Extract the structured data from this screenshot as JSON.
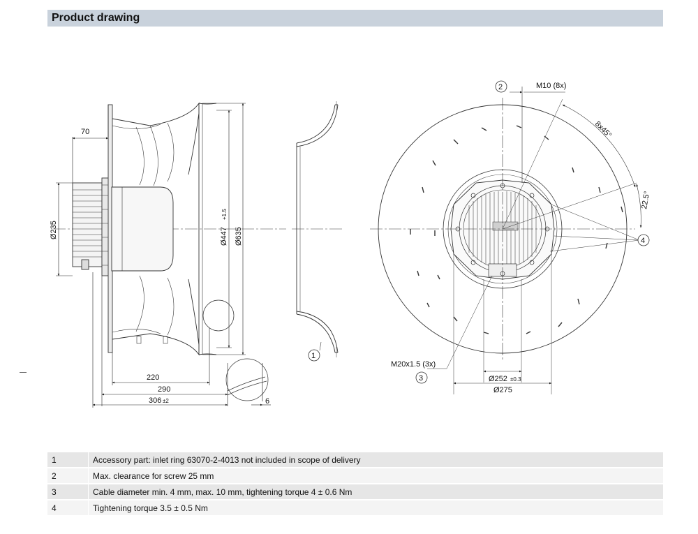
{
  "header": {
    "title": "Product drawing"
  },
  "dimensions": {
    "side": {
      "d70": "70",
      "d235": "Ø235",
      "d447": "Ø447",
      "d447_tol": "+1.5",
      "d635": "Ø635",
      "d220": "220",
      "d290": "290",
      "d306": "306",
      "d306_tol": "±2",
      "d6": "6"
    },
    "front": {
      "m10": "M10 (8x)",
      "angle8x45": "8x45°",
      "angle22": "22.5°",
      "m20": "M20x1.5 (3x)",
      "d252": "Ø252",
      "d252_tol": "±0.3",
      "d275": "Ø275"
    }
  },
  "markers": {
    "m1": "1",
    "m2": "2",
    "m3": "3",
    "m4": "4"
  },
  "notes": [
    {
      "num": "1",
      "text": "Accessory part: inlet ring 63070-2-4013 not included in scope of delivery"
    },
    {
      "num": "2",
      "text": "Max. clearance for screw 25 mm"
    },
    {
      "num": "3",
      "text": "Cable diameter min. 4 mm, max. 10 mm, tightening torque 4 ± 0.6 Nm"
    },
    {
      "num": "4",
      "text": "Tightening torque 3.5 ± 0.5 Nm"
    }
  ]
}
